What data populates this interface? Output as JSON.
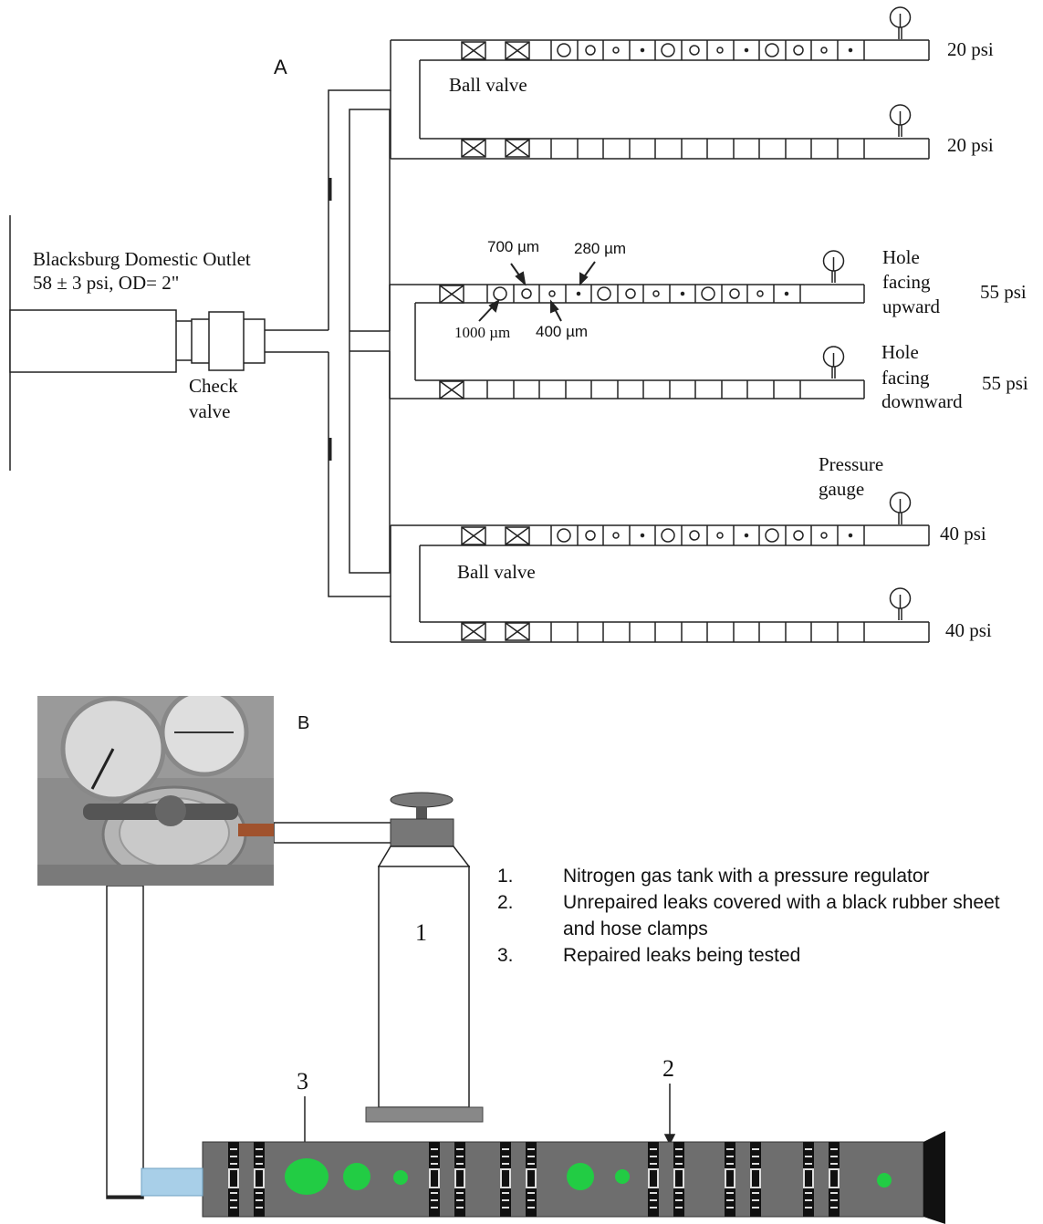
{
  "panel_a": {
    "label": "A",
    "outlet_label_1": "Blacksburg Domestic Outlet",
    "outlet_label_2": "58 ± 3  psi, OD= 2\"",
    "check_valve_1": "Check",
    "check_valve_2": "valve",
    "ball_valve_top": "Ball valve",
    "ball_valve_bottom": "Ball valve",
    "psi_20_a": "20 psi",
    "psi_20_b": "20 psi",
    "psi_55_a": "55 psi",
    "psi_55_b": "55 psi",
    "psi_40_a": "40 psi",
    "psi_40_b": "40 psi",
    "hole_up_1": "Hole",
    "hole_up_2": "facing",
    "hole_up_3": "upward",
    "hole_down_1": "Hole",
    "hole_down_2": "facing",
    "hole_down_3": "downward",
    "gauge_1": "Pressure",
    "gauge_2": "gauge",
    "size_700": "700 µm",
    "size_280": "280 µm",
    "size_1000": "1000 µm",
    "size_400": "400 µm"
  },
  "panel_b": {
    "label": "B",
    "tank_number": "1",
    "marker_3": "3",
    "marker_2": "2",
    "legend": [
      {
        "num": "1.",
        "text": "Nitrogen gas tank with a pressure regulator"
      },
      {
        "num": "2.",
        "text": "Unrepaired leaks covered with a black rubber sheet and hose clamps"
      },
      {
        "num": "3.",
        "text": "Repaired leaks being tested"
      }
    ]
  },
  "colors": {
    "line": "#222222",
    "pipe_gray": "#6e6e6e",
    "leak_green": "#22cc44",
    "water_blue": "#a8cfe8",
    "tank_gray": "#8a8a8a"
  }
}
